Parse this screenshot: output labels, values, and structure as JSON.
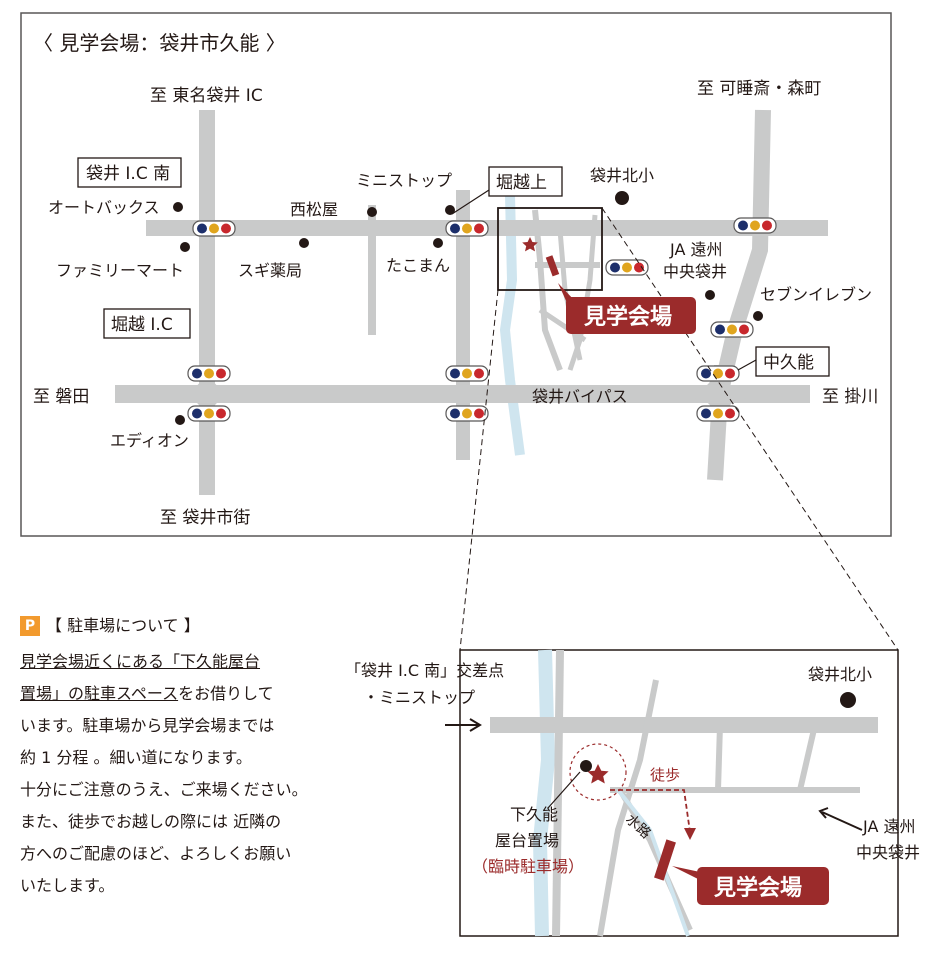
{
  "map_title": "〈 見学会場：袋井市久能 〉",
  "directions": {
    "tomei_ic": "至 東名袋井 IC",
    "kasuisai": "至 可睡斎・森町",
    "iwata": "至 磐田",
    "kakegawa": "至 掛川",
    "fukuroi_city": "至 袋井市街"
  },
  "intersections": {
    "ic_minami": "袋井 I.C 南",
    "horikoshi_ue": "堀越上",
    "horikoshi_ic": "堀越 I.C",
    "nakakuno": "中久能"
  },
  "landmarks": {
    "autobacs": "オートバックス",
    "familymart": "ファミリーマート",
    "nishimatsuya": "西松屋",
    "sugi": "スギ薬局",
    "ministop": "ミニストップ",
    "takoman": "たこまん",
    "fukuroi_kita": "袋井北小",
    "ja_line1": "JA 遠州",
    "ja_line2": "中央袋井",
    "seven": "セブンイレブン",
    "edion": "エディオン",
    "bypass": "袋井バイパス"
  },
  "venue_label": "見学会場",
  "detail": {
    "intersection_line1": "「袋井 I.C 南」交差点",
    "intersection_line2": "・ミニストップ",
    "school": "袋井北小",
    "ja_line1": "JA 遠州",
    "ja_line2": "中央袋井",
    "kakuno_line1": "下久能",
    "kakuno_line2": "屋台置場",
    "temporary": "（臨時駐車場）",
    "walk": "徒歩",
    "waterway": "水路",
    "venue": "見学会場"
  },
  "parking": {
    "badge": "P",
    "heading": "【 駐車場について 】",
    "line1": "見学会場近くにある「下久能屋台",
    "line2a": "置場」の駐車スペース",
    "line2b": "をお借りして",
    "line3": "います。駐車場から見学会場までは",
    "line4": "約 1 分程 。細い道になります。",
    "line5": "十分にご注意のうえ、ご来場ください。",
    "line6": "また、徒歩でお越しの際には 近隣の",
    "line7": "方へのご配慮のほど、よろしくお願い",
    "line8": "いたします。"
  },
  "colors": {
    "road": "#c9caca",
    "water": "#cfe5ef",
    "accent": "#9b2b2b",
    "frame": "#595757",
    "signal_blue": "#1d2f6b",
    "signal_yellow": "#e0a51e",
    "signal_red": "#c8282d",
    "parking_badge": "#f29a2e"
  }
}
